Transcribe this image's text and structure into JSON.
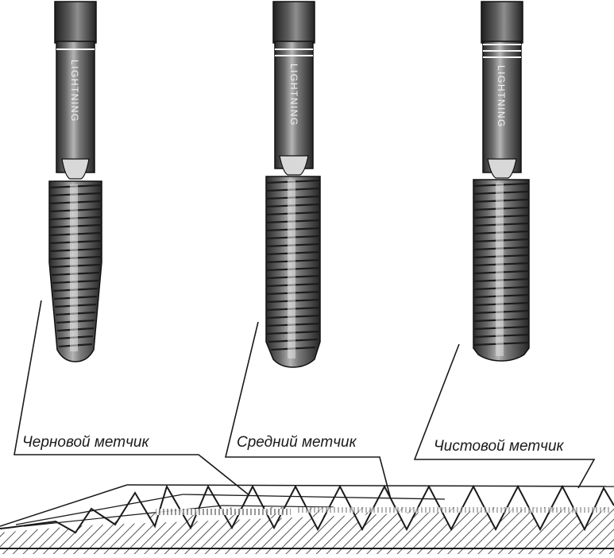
{
  "figure": {
    "taps": [
      {
        "id": "rough",
        "brand": "LIGHTNING",
        "rings": 1,
        "label": "Черновой метчик"
      },
      {
        "id": "middle",
        "brand": "LIGHTNING",
        "rings": 2,
        "label": "Средний метчик"
      },
      {
        "id": "finish",
        "brand": "LIGHTNING",
        "rings": 3,
        "label": "Чистовой метчик"
      }
    ],
    "colors": {
      "ink": "#1a1a1a",
      "shank_dark": "#3a3a3a",
      "shank_light": "#9a9a9a",
      "thread_dark": "#2b2b2b",
      "thread_light": "#c8c8c8",
      "background": "#ffffff"
    }
  }
}
